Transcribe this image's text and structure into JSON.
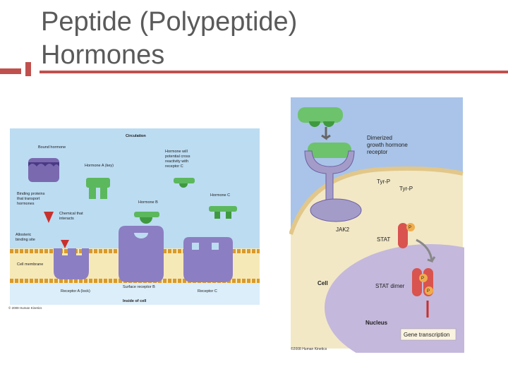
{
  "slide": {
    "title_line1": "Peptide (Polypeptide)",
    "title_line2": "Hormones"
  },
  "left_figure": {
    "circulation": "Circulation",
    "bound_hormone": "Bound hormone",
    "hormone_a": "Hormone A (key)",
    "hormone_c_cross_1": "Hormone will",
    "hormone_c_cross_2": "potential cross",
    "hormone_c_cross_3": "reactivity with",
    "hormone_c_cross_4": "receptor C",
    "binding_proteins_1": "Binding proteins",
    "binding_proteins_2": "that transport",
    "binding_proteins_3": "hormones",
    "hormone_b": "Hormone B",
    "hormone_c": "Hormone C",
    "chemical_1": "Chemical that",
    "chemical_2": "interacts",
    "allosteric_1": "Allosteric",
    "allosteric_2": "binding site",
    "cell_membrane": "Cell membrane",
    "receptor_a": "Receptor A (lock)",
    "surface_receptor_b": "Surface receptor B",
    "receptor_c": "Receptor C",
    "inside_cell": "Inside of cell",
    "copyright": "© 2008 Human Kinetics"
  },
  "right_figure": {
    "dimerized_1": "Dimerized",
    "dimerized_2": "growth hormone",
    "dimerized_3": "receptor",
    "tyr_p_1": "Tyr-P",
    "tyr_p_2": "Tyr-P",
    "jak2": "JAK2",
    "stat": "STAT",
    "p": "P",
    "cell": "Cell",
    "stat_dimer": "STAT dimer",
    "nucleus": "Nucleus",
    "gene_transcription": "Gene transcription",
    "copyright": "©2008 Human Kinetics"
  },
  "colors": {
    "accent_rule": "#c0504d",
    "left_bg": "#bcdcf2",
    "right_bg": "#a9c4e8",
    "cell_cytoplasm": "#f2e8c6",
    "nucleus": "#c4b8dc",
    "receptor": "#a49cc8",
    "hormone": "#5cb85c",
    "stat": "#d9534f"
  }
}
